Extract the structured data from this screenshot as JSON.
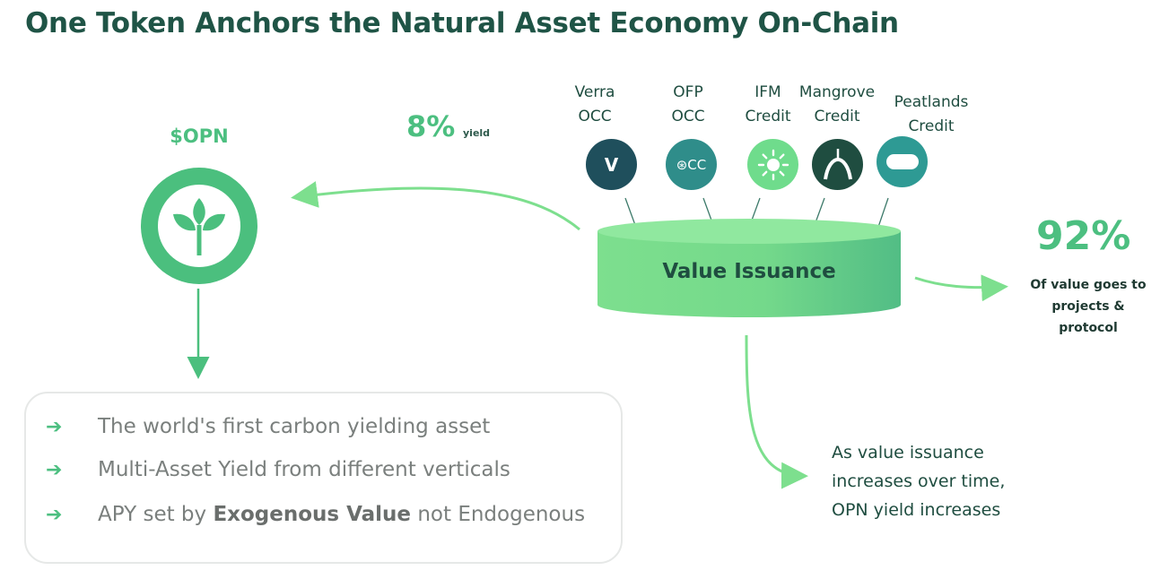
{
  "title": "One Token Anchors the Natural Asset Economy On-Chain",
  "token": {
    "name": "$OPN",
    "icon": "sprout-icon",
    "color": "#4bbf7e"
  },
  "yield": {
    "percent": "8%",
    "label": "yield"
  },
  "credits": [
    {
      "line1": "Verra",
      "line2": "OCC",
      "icon_text": "V",
      "icon": "verra-icon",
      "color": "#1f4f5c"
    },
    {
      "line1": "OFP",
      "line2": "OCC",
      "icon_text": "⊛CC",
      "icon": "occ-icon",
      "color": "#2f8d8a"
    },
    {
      "line1": "IFM",
      "line2": "Credit",
      "icon_text": "",
      "icon": "sun-icon",
      "color": "#6fdc8c"
    },
    {
      "line1": "Mangrove",
      "line2": "Credit",
      "icon_text": "",
      "icon": "mangrove-icon",
      "color": "#1f4d40"
    },
    {
      "line1": "Peatlands",
      "line2": "Credit",
      "icon_text": "",
      "icon": "peatlands-icon",
      "color": "#2e9a94"
    }
  ],
  "issuance": {
    "label": "Value Issuance"
  },
  "share": {
    "percent": "92%",
    "text": "Of value goes to projects & protocol"
  },
  "growth_note": "As value issuance increases over time, OPN yield increases",
  "benefits": [
    {
      "text": "The world's first carbon yielding asset"
    },
    {
      "text": "Multi-Asset Yield from different verticals"
    },
    {
      "pre": "APY set by ",
      "bold": "Exogenous Value",
      "post": " not Endogenous"
    }
  ],
  "colors": {
    "accent": "#4cbf80",
    "dark": "#1f4d40"
  }
}
